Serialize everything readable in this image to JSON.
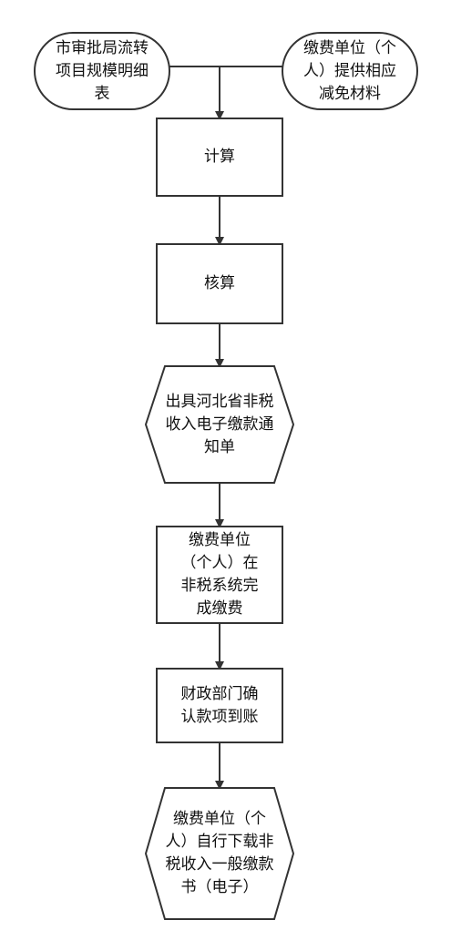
{
  "nodes": {
    "source_a": {
      "lines": [
        "市审批局流转",
        "项目规模明细",
        "表"
      ]
    },
    "source_b": {
      "lines": [
        "缴费单位（个",
        "人）提供相应",
        "减免材料"
      ]
    },
    "calculate": {
      "lines": [
        "计算"
      ]
    },
    "verify": {
      "lines": [
        "核算"
      ]
    },
    "issue_notice": {
      "lines": [
        "出具河北省非税",
        "收入电子缴款通",
        "知单"
      ]
    },
    "payment": {
      "lines": [
        "缴费单位",
        "（个人）在",
        "非税系统完",
        "成缴费"
      ]
    },
    "confirm": {
      "lines": [
        "财政部门确",
        "认款项到账"
      ]
    },
    "download": {
      "lines": [
        "缴费单位（个",
        "人）自行下载非",
        "税收入一般缴款",
        "书（电子）"
      ]
    }
  },
  "colors": {
    "stroke": "#333333",
    "fill": "#ffffff",
    "text": "#111111"
  }
}
